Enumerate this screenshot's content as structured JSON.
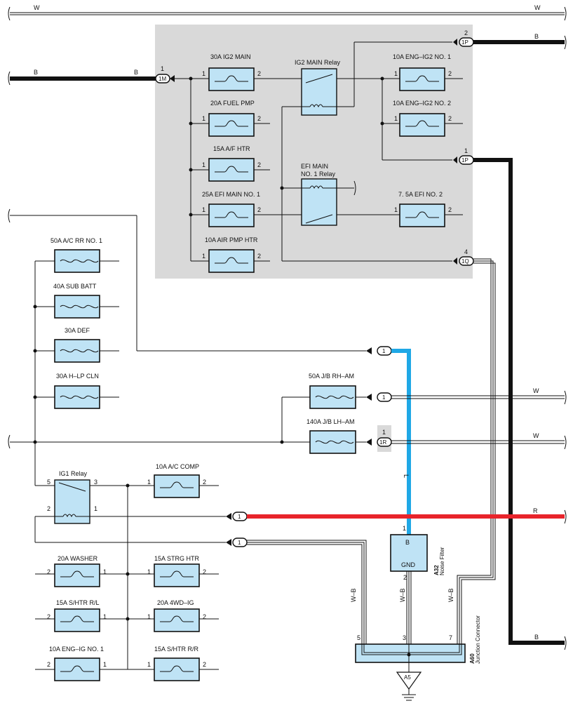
{
  "top_wire": {
    "left": "W",
    "right": "W"
  },
  "ig2_main": "30A IG2 MAIN",
  "fuel_pmp": "20A FUEL PMP",
  "af_htr": "15A A/F HTR",
  "efi_main1": "25A EFI MAIN NO. 1",
  "air_pmp": "10A AIR PMP HTR",
  "ig2_relay": "IG2 MAIN Relay",
  "efi_relay_l1": "EFI MAIN",
  "efi_relay_l2": "NO. 1 Relay",
  "eng_ig2_1": "10A ENG–IG2 NO. 1",
  "eng_ig2_2": "10A ENG–IG2 NO. 2",
  "efi_no2": "7. 5A EFI NO. 2",
  "ac_rr": "50A A/C RR NO. 1",
  "sub_batt": "40A SUB BATT",
  "def": "30A DEF",
  "hlp_cln": "30A H–LP CLN",
  "jb_rh": "50A J/B RH–AM",
  "jb_lh": "140A J/B LH–AM",
  "ig1_relay": "IG1 Relay",
  "ac_comp": "10A A/C COMP",
  "washer": "20A WASHER",
  "strg_htr": "15A STRG HTR",
  "shtr_rl": "15A S/HTR R/L",
  "wd_ig": "20A 4WD–IG",
  "eng_ig1": "10A ENG–IG NO. 1",
  "shtr_rr": "15A S/HTR R/R",
  "conn_1m": "1M",
  "conn_1p": "1P",
  "conn_1q": "1Q",
  "conn_1r": "1R",
  "conn_1": "1",
  "noise_filter": {
    "code": "A32",
    "name": "Noise Filter",
    "b": "B",
    "gnd": "GND"
  },
  "junction": {
    "code": "A60",
    "name": "Junction Connector"
  },
  "ground": "A5",
  "wire": {
    "B": "B",
    "W": "W",
    "R": "R",
    "L": "L",
    "WB": "W–B"
  },
  "pins": {
    "p1": "1",
    "p2": "2",
    "p3": "3",
    "p4": "4",
    "p5": "5",
    "p7": "7"
  },
  "colors": {
    "panel": "#d9d9d9",
    "fuse_fill": "#bfe3f5",
    "red_wire": "#e8242b",
    "blue_wire": "#1fa8e6"
  }
}
